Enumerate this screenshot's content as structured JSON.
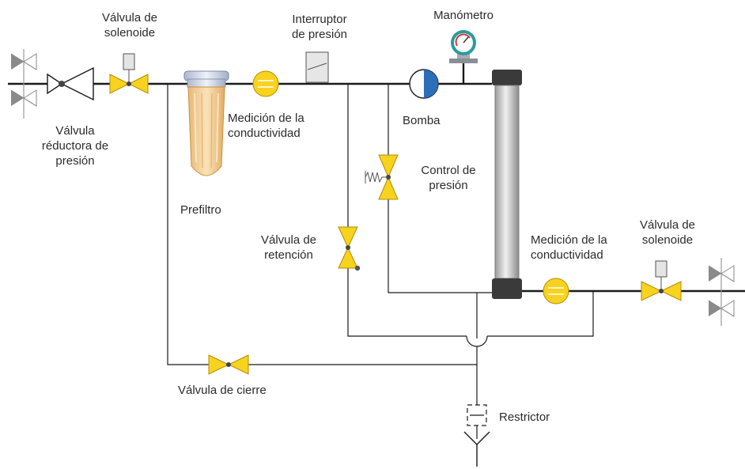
{
  "colors": {
    "line": "#1a1a1a",
    "thin_line": "#555555",
    "valve_fill": "#f7d21f",
    "valve_stroke": "#b08e00",
    "grey_valve": "#8a8a8a",
    "column_dark": "#3a3a3a",
    "column_body": "#c9c9c9",
    "pump_blue": "#2a6fb8",
    "gauge_teal": "#2a9b9b",
    "filter_amber": "#f3c98a"
  },
  "labels": {
    "valvula_solenoide_in": [
      "Válvula de",
      "solenoide"
    ],
    "interruptor": [
      "Interruptor",
      "de presión"
    ],
    "manometro": [
      "Manómetro"
    ],
    "reductora": [
      "Válvula",
      "réductora de",
      "presión"
    ],
    "medicion_1": [
      "Medición de la",
      "conductividad"
    ],
    "bomba": [
      "Bomba"
    ],
    "prefiltro": [
      "Prefiltro"
    ],
    "control": [
      "Control de",
      "presión"
    ],
    "retencion": [
      "Válvula de",
      "retención"
    ],
    "medicion_2": [
      "Medición de la",
      "conductividad"
    ],
    "valvula_solenoide_out": [
      "Válvula de",
      "solenoide"
    ],
    "cierre": [
      "Válvula de cierre"
    ],
    "restrictor": [
      "Restrictor"
    ]
  },
  "icons": {
    "pump": "pump-icon",
    "gauge": "pressure-gauge-icon",
    "filter": "prefilter-housing-icon",
    "column": "membrane-column-icon",
    "drain": "drain-icon"
  }
}
